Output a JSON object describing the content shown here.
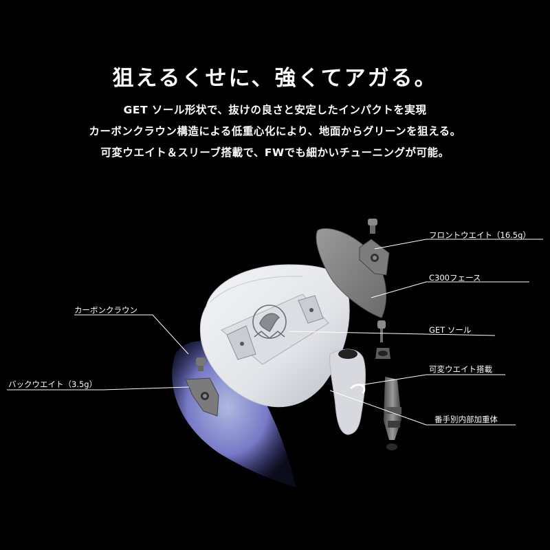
{
  "headline": "狙えるくせに、強くてアガる。",
  "description": [
    "GET ソール形状で、抜けの良さと安定したインパクトを実現",
    "カーボンクラウン構造による低重心化により、地面からグリーンを狙える。",
    "可変ウエイト＆スリーブ搭載で、FWでも細かいチューニングが可能。"
  ],
  "callouts": {
    "front_weight": "フロントウエイト（16.5g）",
    "c300_face": "C300フェース",
    "get_sole": "GET ソール",
    "adjustable_weight": "可変ウエイト搭載",
    "hosel_weight": "番手別内部加重体",
    "carbon_crown": "カーボンクラウン",
    "back_weight": "バックウエイト（3.5g）"
  },
  "colors": {
    "background": "#000000",
    "club_body": "#e9ebef",
    "crown_glow": "#8f8fd6",
    "parts": "#8a8a8a",
    "leader_line": "#ffffff"
  }
}
